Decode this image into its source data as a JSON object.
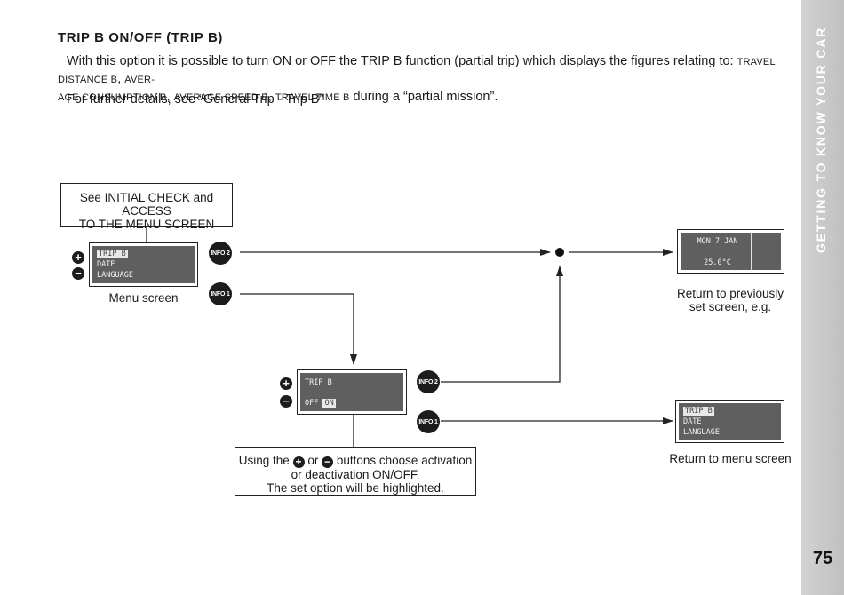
{
  "heading": "TRIP B ON/OFF (TRIP B)",
  "paragraph": {
    "p1": "With this option it is possible to turn ON or OFF the TRIP B function (partial trip) which displays the figures relating to: ",
    "sc1": "travel distance b",
    "c1": ", ",
    "sc2": "aver-age consumption b",
    "c2": ", ",
    "sc3": "average speed b",
    "c3": ", ",
    "sc4": "travel time b",
    "p2": " during a “partial mission”."
  },
  "details": "For further details, see “General Trip - Trip B”",
  "sidebar": {
    "title": "GETTING TO KNOW YOUR CAR",
    "page": "75"
  },
  "diagram": {
    "initial_box": {
      "line1": "See INITIAL CHECK and ACCESS",
      "line2": "TO THE MENU SCREEN"
    },
    "menu_screen": {
      "line1": "TRIP B",
      "line2": "DATE",
      "line3": "LANGUAGE",
      "caption": "Menu screen"
    },
    "buttons": {
      "info1": "INFO 1",
      "info2": "INFO 2",
      "plus": "+",
      "minus": "−"
    },
    "trip_screen": {
      "line1": "TRIP B",
      "off": "OFF",
      "on": "ON"
    },
    "choose_box": {
      "text1": "Using the",
      "text2": "or",
      "text3": "buttons choose activation",
      "line2": "or deactivation ON/OFF.",
      "line3": "The set option will be highlighted."
    },
    "return_screen": {
      "date": "MON 7 JAN",
      "temp": "25.0°C",
      "caption1": "Return to previously",
      "caption2": "set screen, e.g."
    },
    "menu_screen2": {
      "line1": "TRIP B",
      "line2": "DATE",
      "line3": "LANGUAGE",
      "caption": "Return to menu screen"
    }
  }
}
